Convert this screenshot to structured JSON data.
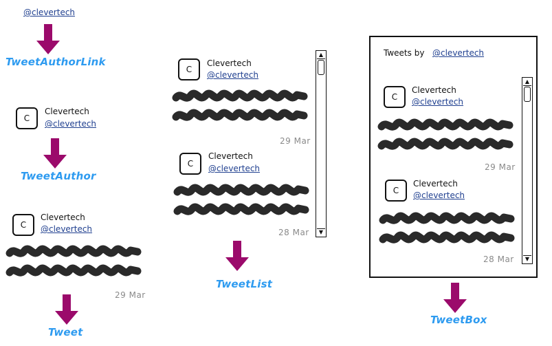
{
  "handle": "@clevertech",
  "author_name": "Clevertech",
  "avatar_letter": "C",
  "dates": {
    "tweet": "29 Mar",
    "list_first": "29 Mar",
    "list_second": "28 Mar",
    "box_first": "29 Mar",
    "box_second": "28 Mar"
  },
  "captions": {
    "tweet_author_link": "TweetAuthorLink",
    "tweet_author": "TweetAuthor",
    "tweet": "Tweet",
    "tweet_list": "TweetList",
    "tweet_box": "TweetBox"
  },
  "tweet_box": {
    "header_label": "Tweets by",
    "header_handle": "@clevertech"
  },
  "colors": {
    "arrow": "#9b0a6b",
    "caption": "#2e9bf0",
    "link": "#1f3f8f"
  },
  "icons": {
    "arrow": "down-arrow-icon",
    "scroll_up": "scroll-up-icon",
    "scroll_down": "scroll-down-icon",
    "scribble": "redacted-text-scribble"
  }
}
